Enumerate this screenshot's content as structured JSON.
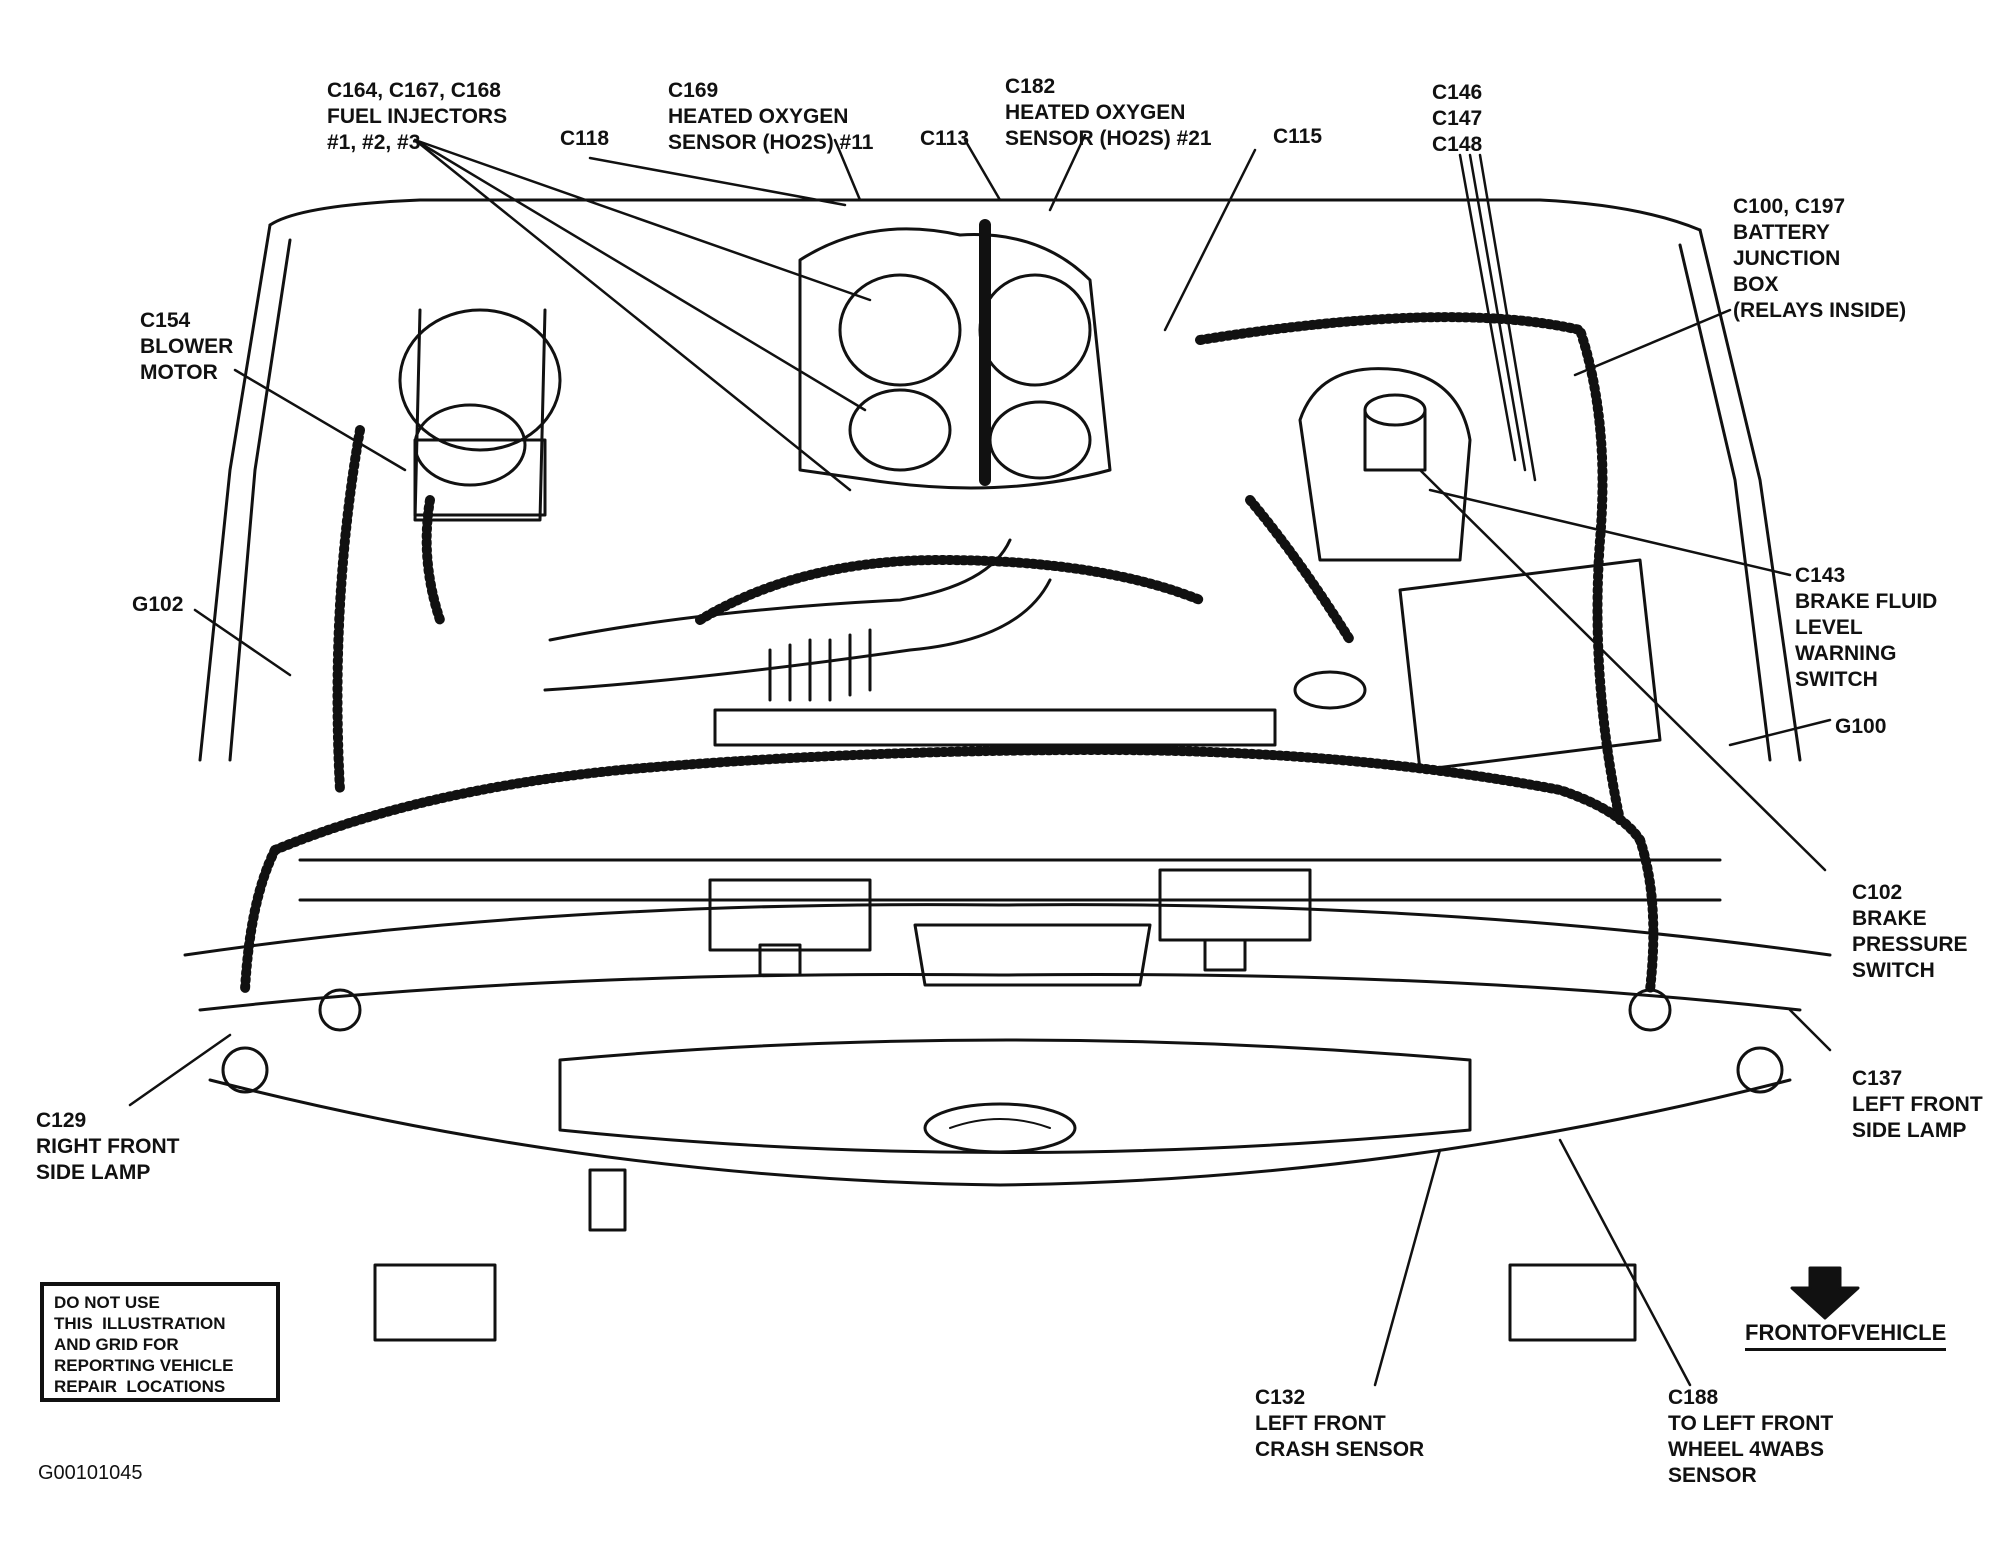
{
  "figure_id": "G00101045",
  "notice_text": "DO NOT USE\nTHIS  ILLUSTRATION\nAND GRID FOR\nREPORTING VEHICLE\nREPAIR  LOCATIONS",
  "front_label": "FRONTOFVEHICLE",
  "labels": {
    "fuel_injectors": "C164, C167, C168\nFUEL INJECTORS\n#1, #2, #3",
    "c118": "C118",
    "ho2s_11": "C169\nHEATED OXYGEN\nSENSOR (HO2S) #11",
    "c113": "C113",
    "ho2s_21": "C182\nHEATED OXYGEN\nSENSOR (HO2S) #21",
    "c115": "C115",
    "c146_148": "C146\nC147\nC148",
    "battery_box": "C100, C197\nBATTERY\nJUNCTION\nBOX\n(RELAYS INSIDE)",
    "blower_motor": "C154\nBLOWER\nMOTOR",
    "g102": "G102",
    "brake_fluid": "C143\nBRAKE FLUID\nLEVEL\nWARNING\nSWITCH",
    "g100": "G100",
    "brake_pressure": "C102\nBRAKE\nPRESSURE\nSWITCH",
    "left_side_lamp": "C137\nLEFT FRONT\nSIDE LAMP",
    "right_side_lamp": "C129\nRIGHT FRONT\nSIDE LAMP",
    "crash_sensor": "C132\nLEFT FRONT\nCRASH SENSOR",
    "wabs_sensor": "C188\nTO LEFT FRONT\nWHEEL 4WABS\nSENSOR"
  },
  "colors": {
    "ink": "#111111",
    "paper": "#ffffff"
  }
}
